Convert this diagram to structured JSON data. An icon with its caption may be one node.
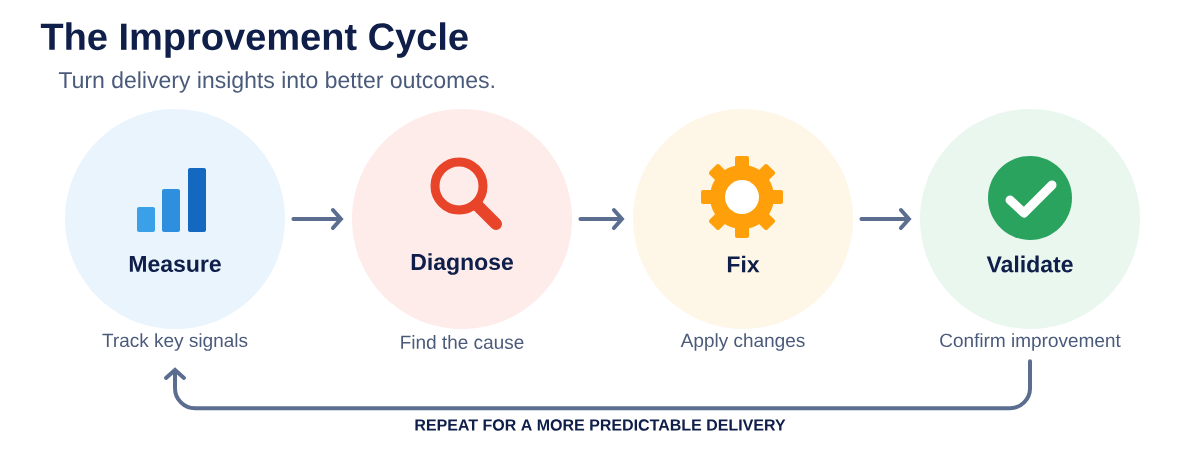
{
  "diagram": {
    "title": "The Improvement Cycle",
    "caption": "Turn delivery insights into better outcomes.",
    "nodes": [
      {
        "text": [
          "Measure"
        ],
        "beside": [
          "Track key signals"
        ]
      },
      {
        "text": [
          "Diagnose"
        ],
        "beside": [
          "Find the cause"
        ]
      },
      {
        "text": [
          "Fix"
        ],
        "beside": [
          "Apply changes"
        ]
      },
      {
        "text": [
          "Validate"
        ],
        "beside": [
          "Confirm improvement"
        ]
      }
    ],
    "edges": [
      {
        "from": 0,
        "to": 1,
        "arrow": "to"
      },
      {
        "from": 1,
        "to": 2,
        "arrow": "to"
      },
      {
        "from": 2,
        "to": 3,
        "arrow": "to"
      },
      {
        "from": 3,
        "to": 0,
        "arrow": "to",
        "label": "REPEAT FOR A MORE PREDICTABLE DELIVERY"
      }
    ]
  }
}
